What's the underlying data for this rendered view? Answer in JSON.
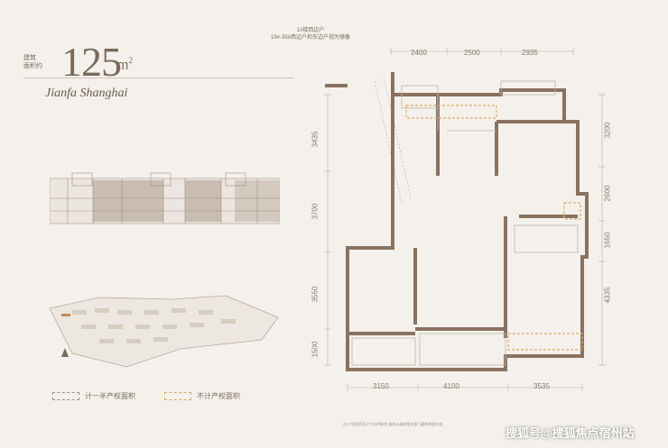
{
  "header": {
    "side_label_1": "建筑",
    "side_label_2": "面积约",
    "area_value": "125",
    "area_unit": "m",
    "area_unit_sup": "2",
    "brand": "Jianfa Shanghai"
  },
  "note": {
    "line1": "1#楼西边户",
    "line2": "19#-35#西边户和东边户视为镜像"
  },
  "dimensions": {
    "top": [
      "2400",
      "2500",
      "2935"
    ],
    "bottom": [
      "3150",
      "4100",
      "3535"
    ],
    "left": [
      "3435",
      "3700",
      "3550",
      "1500"
    ],
    "right": [
      "3200",
      "2600",
      "1650",
      "4335"
    ]
  },
  "legend": {
    "counted": "计一半产权面积",
    "not_counted": "不计产权面积"
  },
  "footnote": "注:户型面积及尺寸仅供参考,具体以政府相关部门最终审批为准",
  "watermark": "搜狐号@搜狐焦点宿州站",
  "colors": {
    "background": "#f4f1ec",
    "wall": "#8a7260",
    "accent_dashed": "#e0a86a"
  }
}
